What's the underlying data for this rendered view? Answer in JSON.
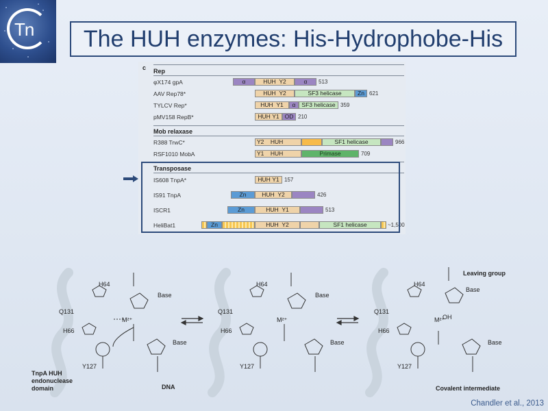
{
  "logo": {
    "text": "Tn"
  },
  "title": "The HUH enzymes: His-Hydrophobe-His",
  "panel": {
    "letter": "c",
    "sections": [
      {
        "label": "Rep",
        "rows": [
          {
            "name": "φX174 gpA",
            "length": "513"
          },
          {
            "name": "AAV Rep78*",
            "length": "621"
          },
          {
            "name": "TYLCV Rep*",
            "length": "359"
          },
          {
            "name": "pMV158 RepB*",
            "length": "210"
          }
        ]
      },
      {
        "label": "Mob relaxase",
        "rows": [
          {
            "name": "R388 TrwC*",
            "length": "966"
          },
          {
            "name": "RSF1010 MobA",
            "length": "709"
          }
        ]
      },
      {
        "label": "Transposase",
        "rows": [
          {
            "name": "IS608 TnpA*",
            "length": "157"
          },
          {
            "name": "IS91 TnpA",
            "length": "426"
          },
          {
            "name": "ISCR1",
            "length": "513"
          },
          {
            "name": "HeliBat1",
            "length": "~1,500"
          }
        ]
      }
    ],
    "domains": {
      "alpha": "α",
      "huh": "HUH",
      "y2": "Y2",
      "y1": "Y1",
      "sf3": "SF3 helicase",
      "sf1": "SF1 helicase",
      "zn": "Zn",
      "od": "OD",
      "primase": "Primase"
    }
  },
  "mechanism": {
    "residues": {
      "h64": "H64",
      "q131": "Q131",
      "h66": "H66",
      "y127": "Y127"
    },
    "metal": "M²⁺",
    "base": "Base",
    "oh": "OH",
    "enzyme_label": [
      "TnpA HUH",
      "endonuclease",
      "domain"
    ],
    "dna": "DNA",
    "leaving_group": "Leaving group",
    "covalent": "Covalent intermediate"
  },
  "citation": "Chandler et al., 2013",
  "colors": {
    "title_border": "#2c4a7a",
    "title_text": "#213e6e",
    "citation": "#3a5a8c"
  }
}
